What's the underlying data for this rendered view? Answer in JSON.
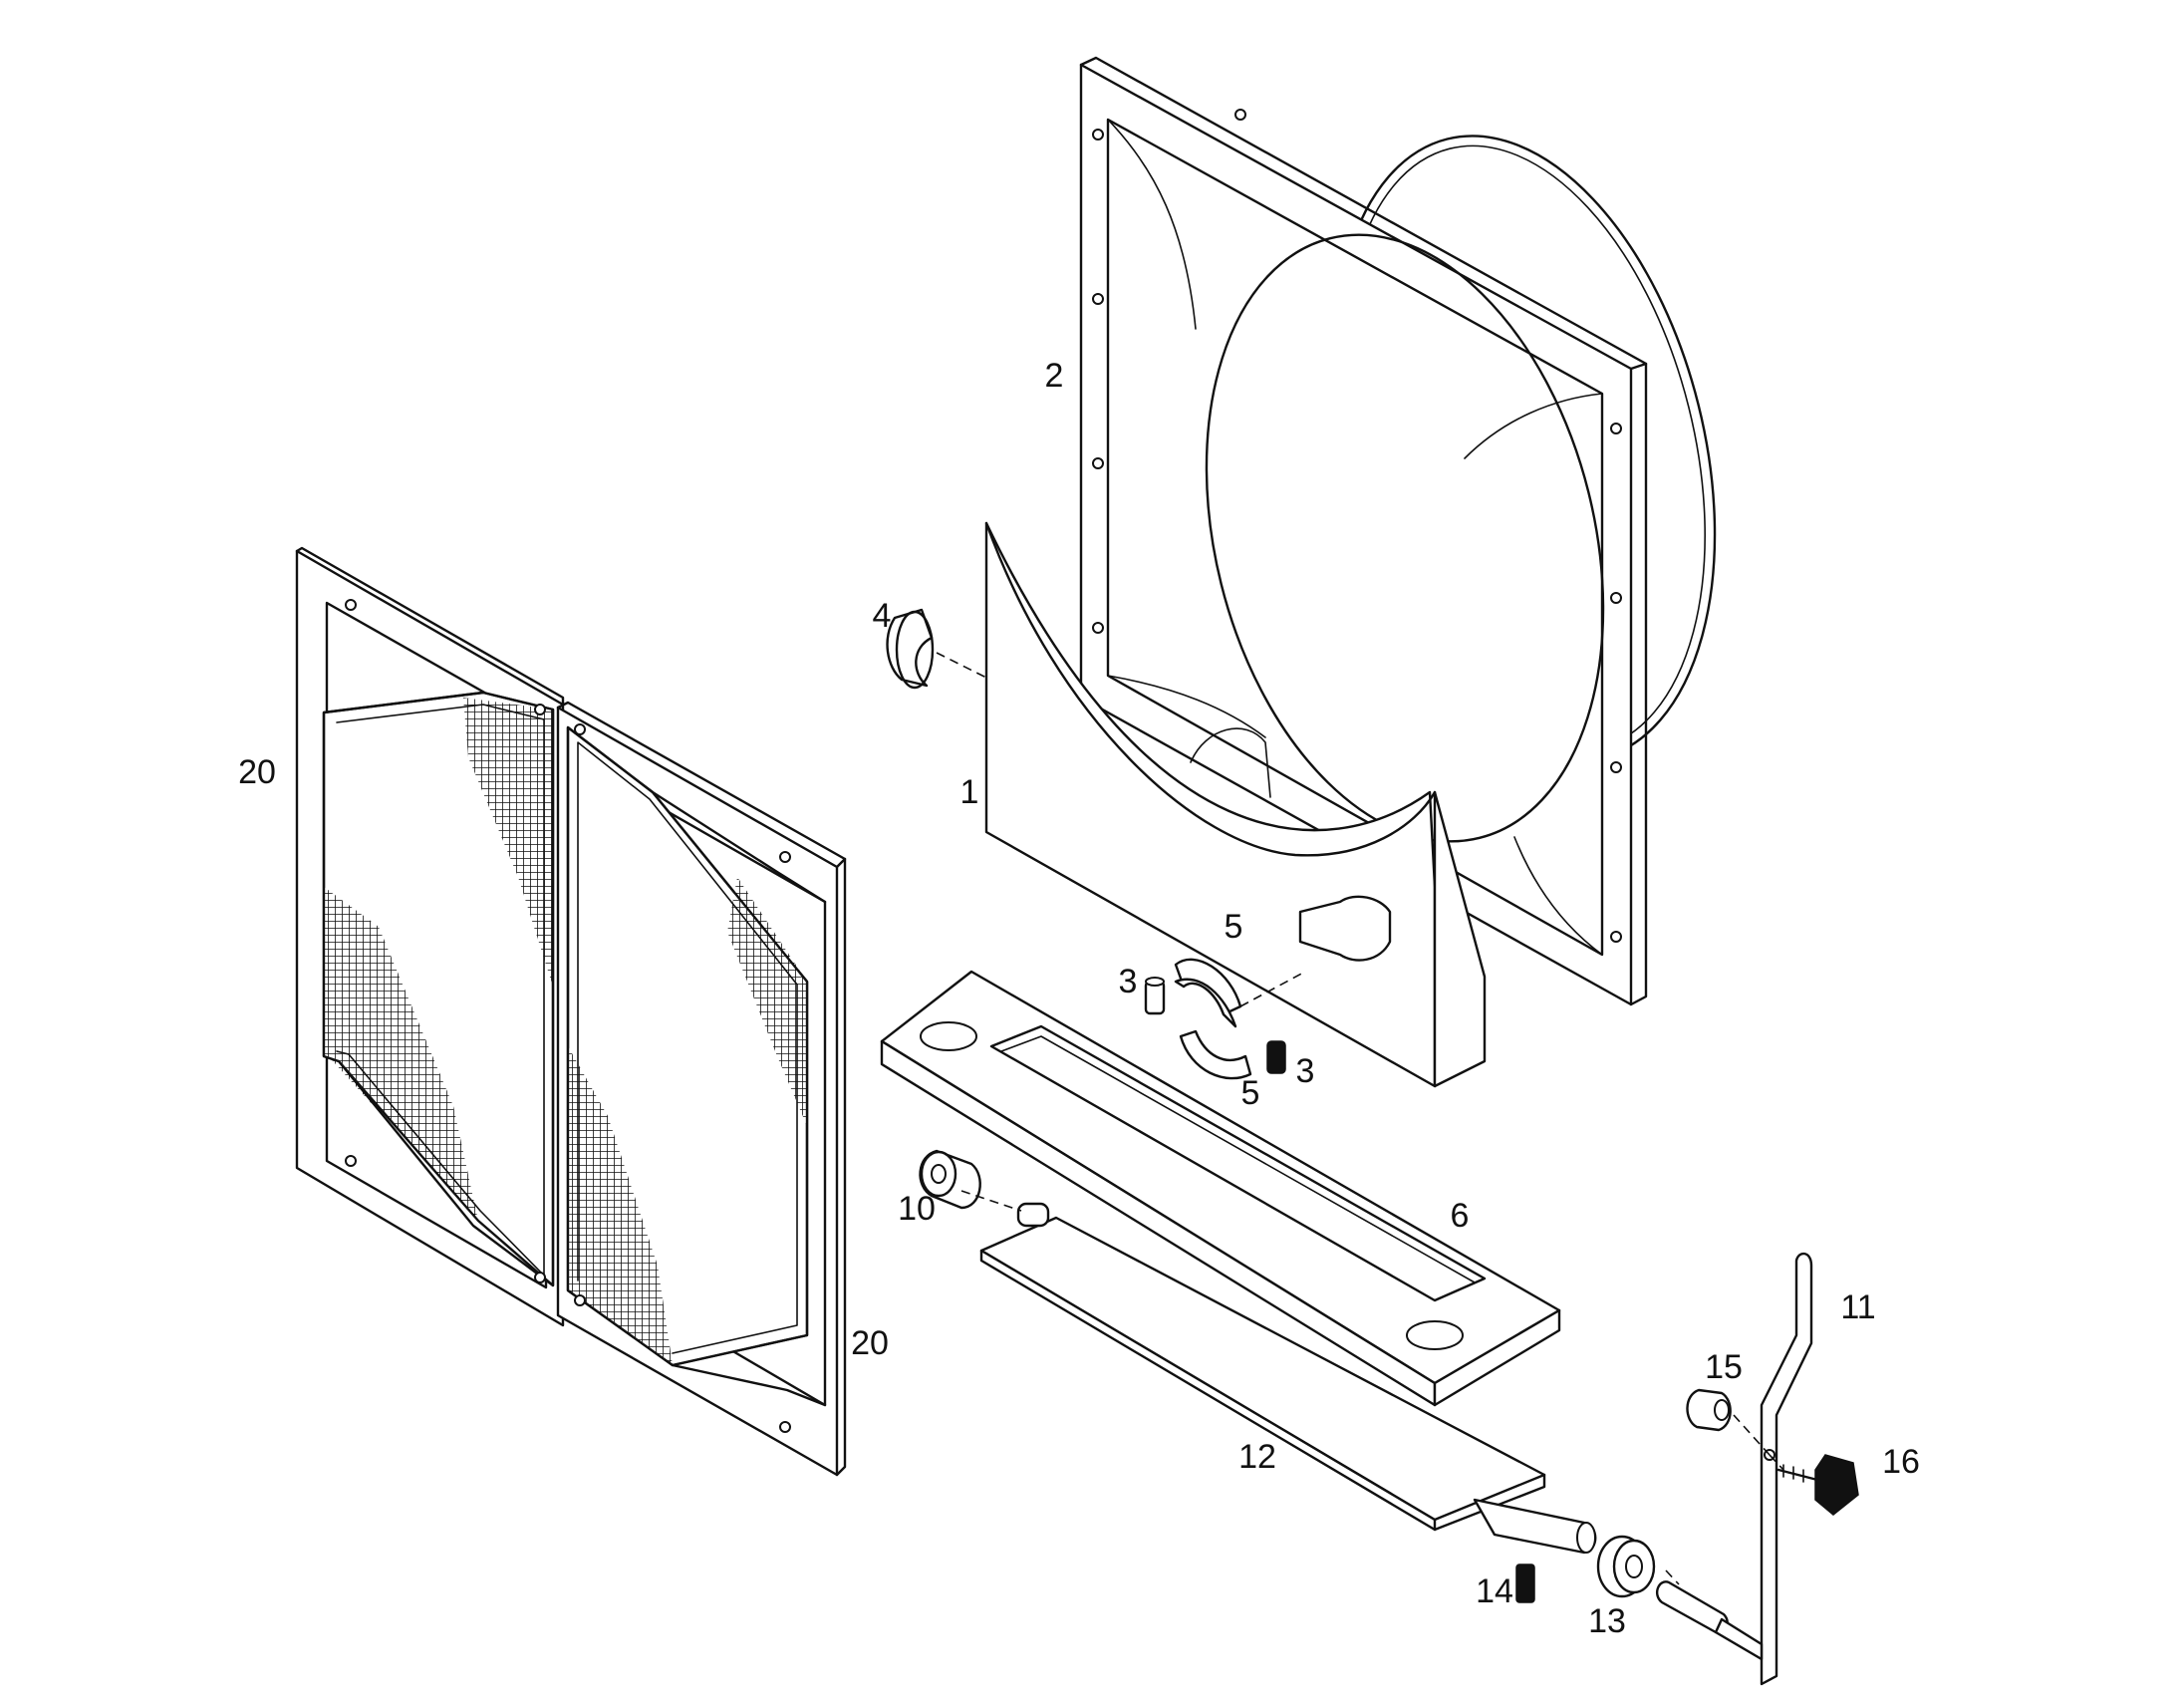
{
  "diagram": {
    "callouts": [
      {
        "id": "c1",
        "text": "1"
      },
      {
        "id": "c2",
        "text": "2"
      },
      {
        "id": "c3a",
        "text": "3"
      },
      {
        "id": "c3b",
        "text": "3"
      },
      {
        "id": "c4",
        "text": "4"
      },
      {
        "id": "c5a",
        "text": "5"
      },
      {
        "id": "c5b",
        "text": "5"
      },
      {
        "id": "c6",
        "text": "6"
      },
      {
        "id": "c10",
        "text": "10"
      },
      {
        "id": "c11",
        "text": "11"
      },
      {
        "id": "c12",
        "text": "12"
      },
      {
        "id": "c13",
        "text": "13"
      },
      {
        "id": "c14",
        "text": "14"
      },
      {
        "id": "c15",
        "text": "15"
      },
      {
        "id": "c16",
        "text": "16"
      },
      {
        "id": "c20a",
        "text": "20"
      },
      {
        "id": "c20b",
        "text": "20"
      }
    ],
    "line_color": "#111111",
    "background": "#ffffff"
  }
}
